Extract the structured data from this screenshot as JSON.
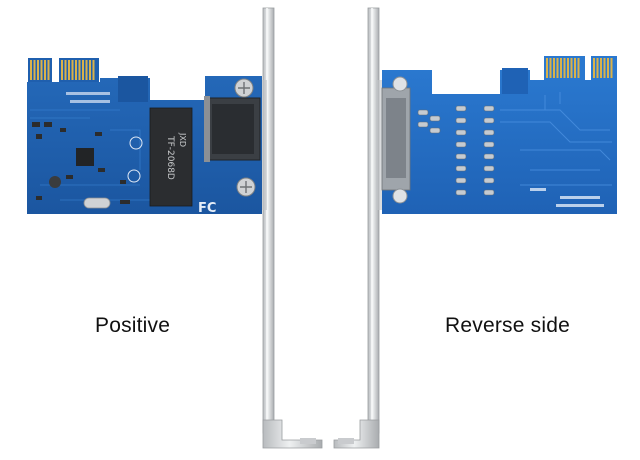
{
  "captions": {
    "left": "Positive",
    "right": "Reverse side"
  },
  "board_markings": {
    "transformer_text": "TF-2068D",
    "transformer_brand": "JXD",
    "fcc_mark": "FC"
  },
  "colors": {
    "pcb": "#1f5fae",
    "pcb_dark": "#174d91",
    "gold_contacts": "#d9b24a",
    "bracket": "#d6d8da",
    "background": "#ffffff"
  }
}
